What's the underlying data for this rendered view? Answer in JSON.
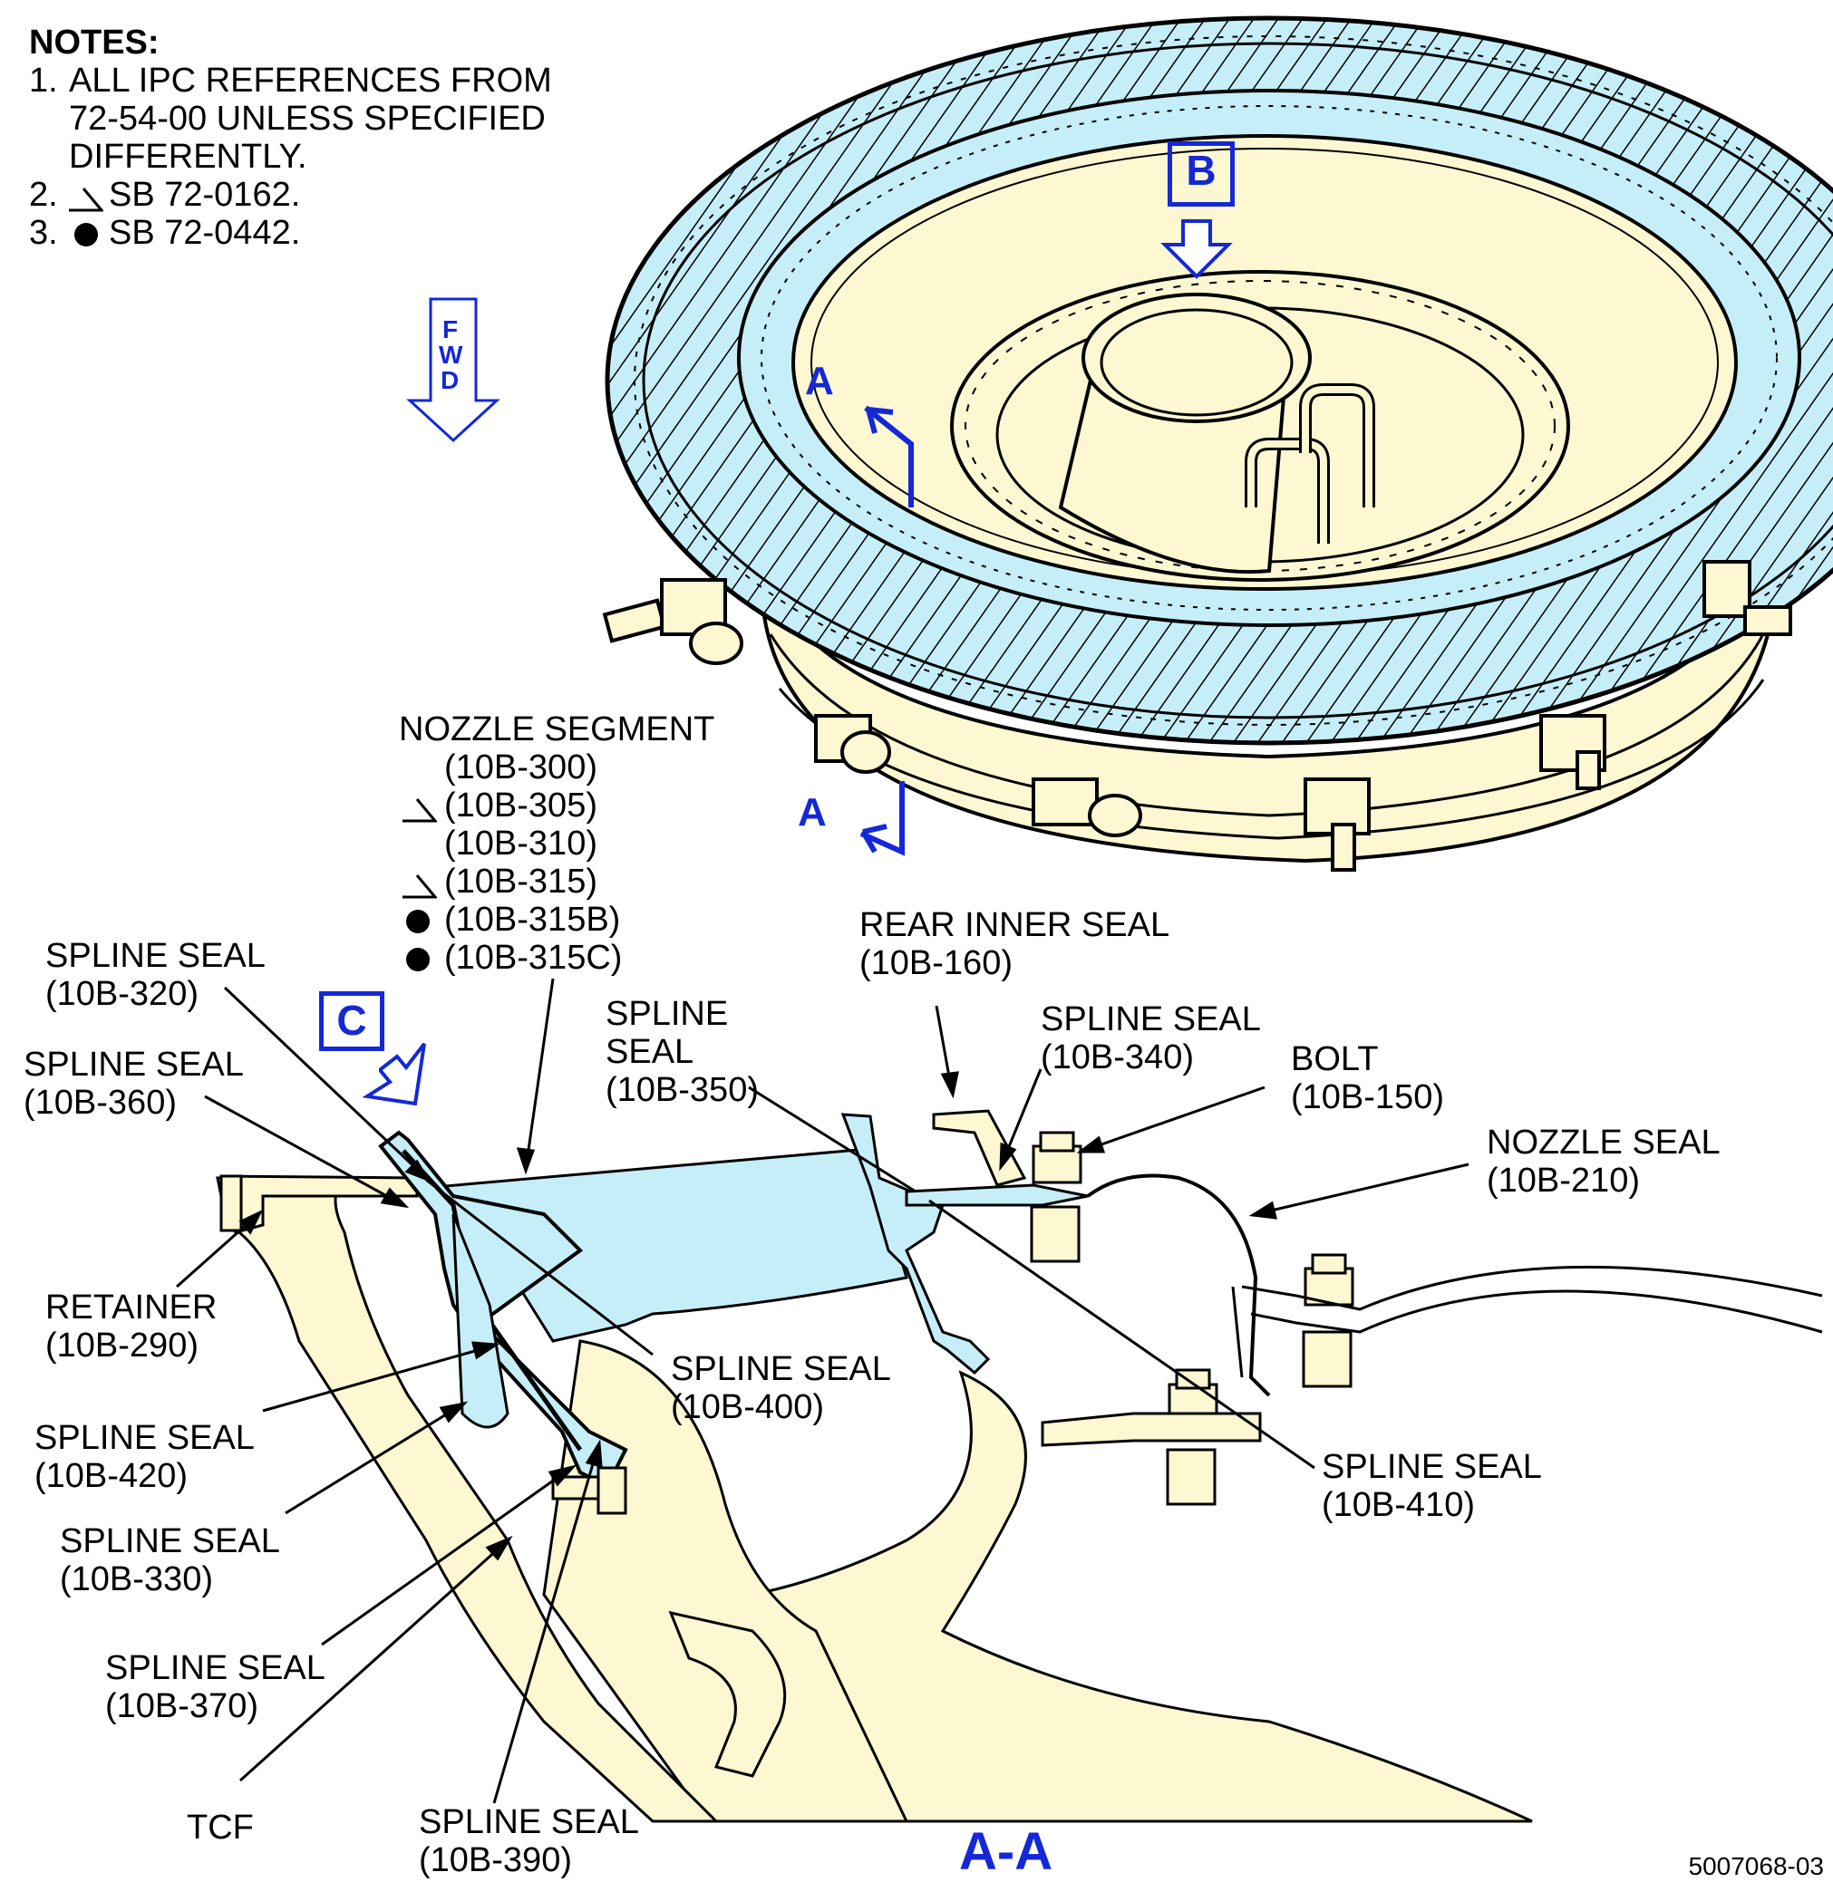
{
  "notes": {
    "title": "NOTES:",
    "items": [
      {
        "num": "1.",
        "lines": [
          "ALL IPC REFERENCES FROM",
          "72-54-00 UNLESS SPECIFIED",
          "DIFFERENTLY."
        ]
      },
      {
        "num": "2.",
        "symbol": "flag",
        "text": "SB 72-0162."
      },
      {
        "num": "3.",
        "symbol": "dot",
        "text": "SB 72-0442."
      }
    ]
  },
  "fwd": [
    "F",
    "W",
    "D"
  ],
  "view_labels": {
    "b": "B",
    "c": "C",
    "a_top": "A",
    "a_bottom": "A",
    "section": "A-A"
  },
  "callouts": {
    "nozzle_segment": {
      "title": "NOZZLE SEGMENT",
      "refs": [
        {
          "symbol": "",
          "ref": "(10B-300)"
        },
        {
          "symbol": "flag",
          "ref": "(10B-305)"
        },
        {
          "symbol": "",
          "ref": "(10B-310)"
        },
        {
          "symbol": "flag",
          "ref": "(10B-315)"
        },
        {
          "symbol": "dot",
          "ref": "(10B-315B)"
        },
        {
          "symbol": "dot",
          "ref": "(10B-315C)"
        }
      ]
    },
    "spline_seal_320": {
      "name": "SPLINE SEAL",
      "ref": "(10B-320)"
    },
    "spline_seal_360": {
      "name": "SPLINE SEAL",
      "ref": "(10B-360)"
    },
    "retainer": {
      "name": "RETAINER",
      "ref": "(10B-290)"
    },
    "spline_seal_420": {
      "name": "SPLINE SEAL",
      "ref": "(10B-420)"
    },
    "spline_seal_330": {
      "name": "SPLINE SEAL",
      "ref": "(10B-330)"
    },
    "spline_seal_370": {
      "name": "SPLINE SEAL",
      "ref": "(10B-370)"
    },
    "tcf": {
      "name": "TCF"
    },
    "spline_seal_390": {
      "name": "SPLINE SEAL",
      "ref": "(10B-390)"
    },
    "spline_seal_400": {
      "name": "SPLINE SEAL",
      "ref": "(10B-400)"
    },
    "spline_seal_350": {
      "line1": "SPLINE",
      "line2": "SEAL",
      "ref": "(10B-350)"
    },
    "rear_inner_seal": {
      "name": "REAR INNER SEAL",
      "ref": "(10B-160)"
    },
    "spline_seal_340": {
      "name": "SPLINE SEAL",
      "ref": "(10B-340)"
    },
    "bolt": {
      "name": "BOLT",
      "ref": "(10B-150)"
    },
    "nozzle_seal": {
      "name": "NOZZLE SEAL",
      "ref": "(10B-210)"
    },
    "spline_seal_410": {
      "name": "SPLINE SEAL",
      "ref": "(10B-410)"
    }
  },
  "figure_number": "5007068-03",
  "colors": {
    "blue": "#1428d8",
    "part_fill": "#fdf8d2",
    "nozzle_fill": "#c6eef8",
    "line": "#000000"
  }
}
